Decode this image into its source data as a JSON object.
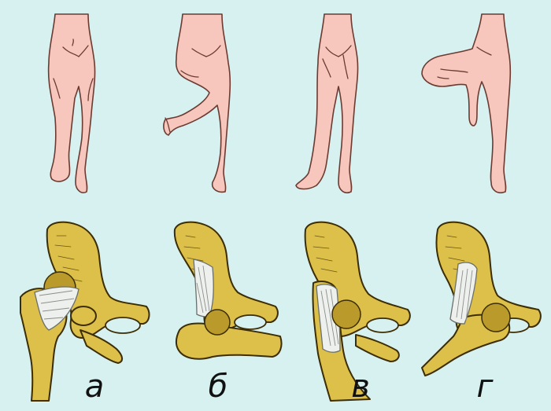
{
  "panels": [
    {
      "id": "a",
      "label": "а"
    },
    {
      "id": "b",
      "label": "б"
    },
    {
      "id": "v",
      "label": "в"
    },
    {
      "id": "g",
      "label": "г"
    }
  ],
  "colors": {
    "background": "#d7f1f1",
    "skin": "#f7c6bc",
    "bone": "#dcc04a",
    "ligament": "#eef0ee"
  }
}
